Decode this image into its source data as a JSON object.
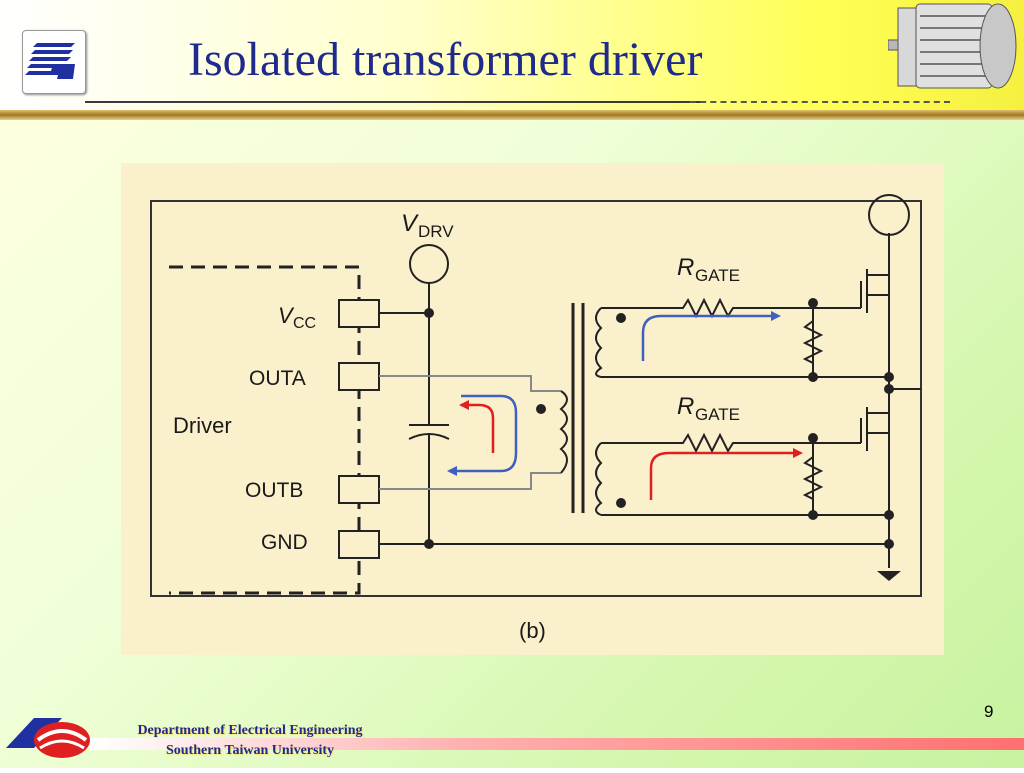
{
  "slide": {
    "title": "Isolated transformer driver",
    "page_number": "9"
  },
  "footer": {
    "line1": "Department of Electrical Engineering",
    "line2": "Southern Taiwan University"
  },
  "diagram": {
    "vdrv_v": "V",
    "vdrv_sub": "DRV",
    "vcc_v": "V",
    "vcc_sub": "CC",
    "outa": "OUTA",
    "outb": "OUTB",
    "gnd": "GND",
    "driver": "Driver",
    "rgate_r": "R",
    "rgate_sub": "GATE",
    "caption": "(b)"
  },
  "colors": {
    "title": "#1f2a8c",
    "arrow_blue": "#4060c0",
    "arrow_red": "#e02020",
    "figure_bg": "#fbf0cc"
  },
  "icons": {
    "top_left_logo": "university-logo-icon",
    "top_right": "motor-icon",
    "bottom_left": "university-emblem-icon"
  }
}
